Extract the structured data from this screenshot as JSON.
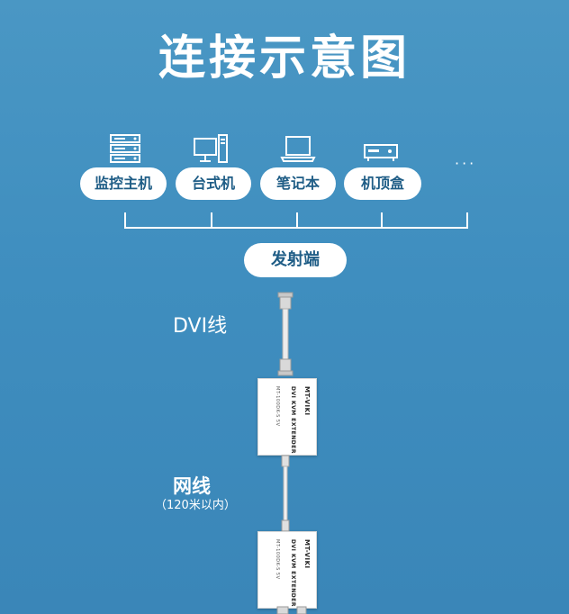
{
  "title": "连接示意图",
  "devices": [
    {
      "label": "监控主机",
      "icon": "server-icon"
    },
    {
      "label": "台式机",
      "icon": "desktop-icon"
    },
    {
      "label": "笔记本",
      "icon": "laptop-icon"
    },
    {
      "label": "机顶盒",
      "icon": "settop-box-icon"
    }
  ],
  "more": "···",
  "transmitter": "发射端",
  "cable_dvi": "DVI线",
  "cable_network": "网线",
  "cable_network_note": "（120米以内）",
  "extender": {
    "brand": "MT-VIKI",
    "model": "DVI KVM EXTENDER",
    "spec": "MT-100DK-S 5V"
  },
  "colors": {
    "background": "#3f8ebf",
    "pill_text": "#1f5d86",
    "foreground": "#ffffff"
  }
}
